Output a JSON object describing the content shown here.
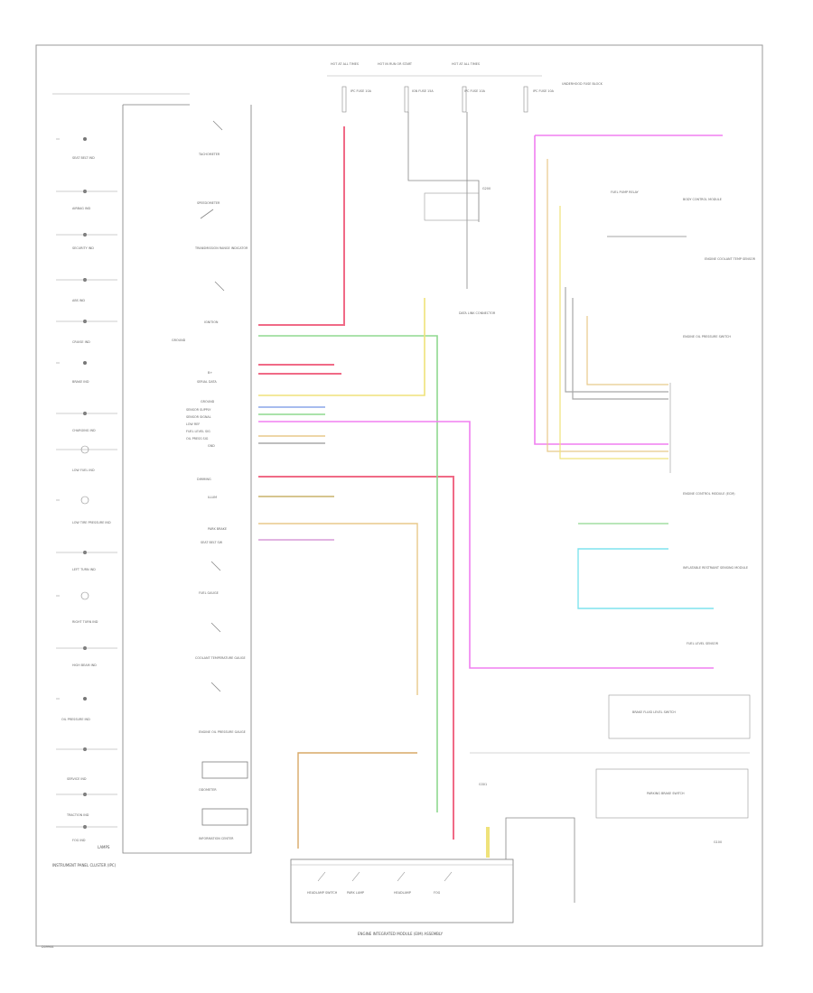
{
  "diagram": {
    "footer_code": "D09944",
    "cluster_title": "INSTRUMENT PANEL CLUSTER (IPC)",
    "cluster_label_short": "LAMPS",
    "bottom_module_title": "ENGINE INTEGRATED MODULE (EIM) ASSEMBLY",
    "indicators": [
      {
        "label": "SEAT BELT IND"
      },
      {
        "label": "AIRBAG IND"
      },
      {
        "label": "SECURITY IND"
      },
      {
        "label": "ABS IND"
      },
      {
        "label": "CRUISE IND"
      },
      {
        "label": "BRAKE IND"
      },
      {
        "label": "CHARGING IND"
      },
      {
        "label": "LOW FUEL IND"
      },
      {
        "label": "LOW TIRE PRESSURE IND"
      },
      {
        "label": "LEFT TURN IND"
      },
      {
        "label": "RIGHT TURN IND"
      },
      {
        "label": "HIGH BEAM IND"
      },
      {
        "label": "OIL PRESSURE IND"
      },
      {
        "label": "SERVICE IND"
      },
      {
        "label": "TRACTION IND"
      },
      {
        "label": "FOG IND"
      }
    ],
    "gauges": [
      {
        "label": "TACHOMETER"
      },
      {
        "label": "SPEEDOMETER"
      },
      {
        "label": "TRANSMISSION RANGE INDICATOR"
      },
      {
        "label": "FUEL GAUGE"
      },
      {
        "label": "COOLANT TEMPERATURE GAUGE"
      },
      {
        "label": "ENGINE OIL PRESSURE GAUGE"
      },
      {
        "label": "ODOMETER"
      },
      {
        "label": "INFORMATION CENTER"
      }
    ],
    "top_fuses": [
      {
        "label": "HOT AT ALL TIMES"
      },
      {
        "label": "HOT IN RUN OR START"
      },
      {
        "label": "HOT AT ALL TIMES"
      }
    ],
    "fuse_labels": [
      {
        "label": "IPC FUSE 10A"
      },
      {
        "label": "IGN FUSE 15A"
      },
      {
        "label": "IPC FUSE 10A"
      },
      {
        "label": "IPC FUSE 10A"
      }
    ],
    "right_components": [
      {
        "label": "UNDERHOOD FUSE BLOCK"
      },
      {
        "label": "FUEL PUMP RELAY"
      },
      {
        "label": "BODY CONTROL MODULE"
      },
      {
        "label": "ENGINE COOLANT TEMP SENSOR"
      },
      {
        "label": "ENGINE OIL PRESSURE SWITCH"
      },
      {
        "label": "ENGINE CONTROL MODULE (ECM)"
      },
      {
        "label": "INFLATABLE RESTRAINT SENSING MODULE"
      },
      {
        "label": "FUEL LEVEL SENSOR"
      },
      {
        "label": "BRAKE FLUID LEVEL SWITCH"
      },
      {
        "label": "PARKING BRAKE SWITCH"
      },
      {
        "label": "G100"
      }
    ],
    "mid_components": [
      {
        "label": "G200"
      },
      {
        "label": "DATA LINK CONNECTOR"
      },
      {
        "label": "G301"
      }
    ],
    "left_pins": [
      {
        "label": "IGNITION"
      },
      {
        "label": "GROUND"
      },
      {
        "label": "B+"
      },
      {
        "label": "SERIAL DATA"
      },
      {
        "label": "GROUND"
      },
      {
        "label": "SENSOR SUPPLY"
      },
      {
        "label": "SENSOR SIGNAL"
      },
      {
        "label": "LOW REF"
      },
      {
        "label": "FUEL LEVEL SIG"
      },
      {
        "label": "OIL PRESS SIG"
      },
      {
        "label": "GND"
      },
      {
        "label": "DIMMING"
      },
      {
        "label": "ILLUM"
      },
      {
        "label": "PARK BRAKE"
      },
      {
        "label": "SEAT BELT SW"
      }
    ],
    "bottom_switches": [
      {
        "label": "HEADLAMP SWITCH"
      },
      {
        "label": "PARK LAMP"
      },
      {
        "label": "HEADLAMP"
      },
      {
        "label": "FOG"
      }
    ],
    "colors": {
      "red": "#f06a86",
      "green": "#8fd88f",
      "yellow": "#efe27a",
      "magenta": "#f07ff0",
      "tan": "#e8c98a",
      "cyan": "#7fe3ee",
      "blue": "#8aa6e8",
      "gray": "#a8a8a8",
      "frame": "#9a9a9a"
    }
  }
}
